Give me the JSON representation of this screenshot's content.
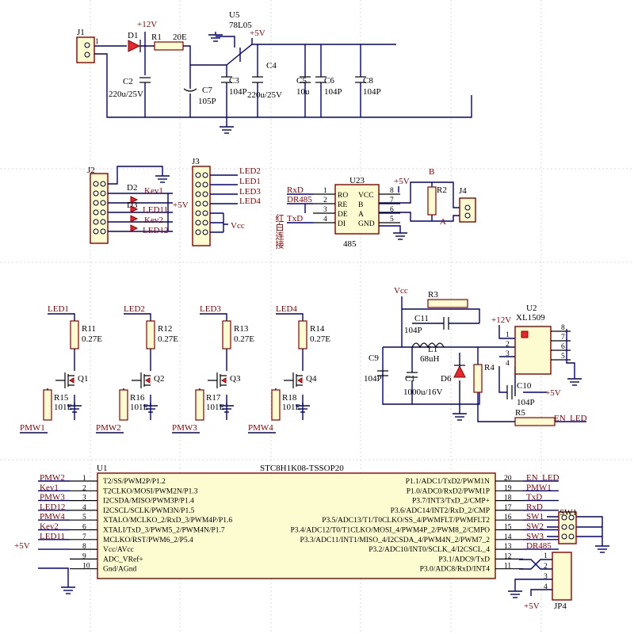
{
  "grid": {
    "visible": true
  },
  "power_section": {
    "j1": "J1",
    "j1_pin": "1",
    "d1": "D1",
    "r1": "R1",
    "r1_val": "20E",
    "plus12v": "+12V",
    "u5": "U5",
    "u5_val": "78L05",
    "plus5v": "+5V",
    "c2": "C2",
    "c2_val": "220u/25V",
    "c7": "C7",
    "c7_val": "105P",
    "c3": "C3",
    "c3_val": "104P",
    "c4": "C4",
    "c4_val": "220u/25V",
    "c5": "C5",
    "c5_val": "10u",
    "c6": "C6",
    "c6_val": "104P",
    "c8": "C8",
    "c8_val": "104P"
  },
  "led_section": {
    "j2": "J2",
    "j3": "J3",
    "d2": "D2",
    "d3": "D3",
    "kev1": "Kev1",
    "led11": "LED11",
    "kev2": "Kev2",
    "led12": "LED12",
    "plus5v": "+5V",
    "vcc": "Vcc",
    "led_nets": [
      "LED2",
      "LED1",
      "LED3",
      "LED4"
    ]
  },
  "rs485_section": {
    "u23": "U23",
    "part": "485",
    "left_nets": [
      "RxD",
      "DR485",
      "",
      "TxD"
    ],
    "pin_names_left": [
      "RO",
      "RE",
      "DE",
      "DI"
    ],
    "pin_names_right": [
      "VCC",
      "B",
      "A",
      "GND"
    ],
    "pins_left": [
      "1",
      "2",
      "3",
      "4"
    ],
    "pins_right": [
      "8",
      "7",
      "6",
      "5"
    ],
    "plus5v": "+5V",
    "r2": "R2",
    "b": "B",
    "a": "A",
    "j4": "J4",
    "vertical_label": "红白连接"
  },
  "driver_section": {
    "channels": [
      {
        "led": "LED1",
        "r": "R11",
        "r_val": "0.27E",
        "q": "Q1",
        "rs": "R15",
        "rs_val": "101E",
        "pwm": "PMW1"
      },
      {
        "led": "LED2",
        "r": "R12",
        "r_val": "0.27E",
        "q": "Q2",
        "rs": "R16",
        "rs_val": "101E",
        "pwm": "PMW2"
      },
      {
        "led": "LED3",
        "r": "R13",
        "r_val": "0.27E",
        "q": "Q3",
        "rs": "R17",
        "rs_val": "101E",
        "pwm": "PMW3"
      },
      {
        "led": "LED4",
        "r": "R14",
        "r_val": "0.27E",
        "q": "Q4",
        "rs": "R18",
        "rs_val": "101E",
        "pwm": "PMW4"
      }
    ]
  },
  "buck_section": {
    "vcc": "Vcc",
    "r3": "R3",
    "c11": "C11",
    "c11_val": "104P",
    "l1": "L1",
    "l1_val": "68uH",
    "c9": "C9",
    "c9_val": "104P",
    "c1": "C1",
    "c1_val": "1000u/16V",
    "d6": "D6",
    "r4": "R4",
    "plus12v": "+12V",
    "u2": "U2",
    "u2_val": "XL1509",
    "c10": "C10",
    "c10_val": "104P",
    "plus5v": "+5V",
    "r5": "R5",
    "en_led": "EN_LED",
    "pins_left": [
      "1",
      "2",
      "3",
      "4"
    ],
    "pins_right": [
      "8",
      "7",
      "6",
      "5"
    ]
  },
  "mcu": {
    "ref": "U1",
    "part": "STC8H1K08-TSSOP20",
    "left_nets": [
      "PMW2",
      "Kev1",
      "PMW3",
      "LED12",
      "PMW4",
      "Kev2",
      "LED11",
      "+5V",
      "",
      ""
    ],
    "left_pins": [
      "1",
      "2",
      "3",
      "4",
      "5",
      "6",
      "7",
      "8",
      "9",
      "10"
    ],
    "left_names": [
      "T2/SS/PWM2P/P1.2",
      "T2CLKO/MOSI/PWM2N/P1.3",
      "I2CSDA/MISO/PWM3P/P1.4",
      "I2CSCL/SCLK/PWM3N/P1.5",
      "XTALO/MCLKO_2/RxD_3/PWM4P/P1.6",
      "XTALI/TxD_3/PWM5_2/PWM4N/P1.7",
      "MCLKO/RST/PWM6_2/P5.4",
      "Vcc/AVcc",
      "ADC_VRef+",
      "Gnd/AGnd"
    ],
    "right_nets": [
      "EN_LED",
      "PMW1",
      "TxD",
      "RxD",
      "SW1",
      "SW2",
      "SW3",
      "DR485",
      "",
      ""
    ],
    "right_pins": [
      "20",
      "19",
      "18",
      "17",
      "16",
      "15",
      "14",
      "13",
      "12",
      "11"
    ],
    "right_names": [
      "P1.1/ADC1/TxD2/PWM1N",
      "P1.0/ADC0/RxD2/PWM1P",
      "P3.7/INT3/TxD_2/CMP+",
      "P3.6/ADC14/INT2/RxD_2/CMP",
      "P3.5/ADC13/T1/T0CLKO/SS_4/PWMFLT/PWMFLT2",
      "P3.4/ADC12/T0/T1CLKO/MOSI_4/PWM4P_2/PWM8_2/CMPO",
      "P3.3/ADC11/INT1/MISO_4/I2CSDA_4/PWM4N_2/PWM7_2",
      "P3.2/ADC10/INT0/SCLK_4/I2CSCL_4",
      "P3.1/ADC9/TxD",
      "P3.0/ADC8/RxD/INT4"
    ],
    "sw": "SW1",
    "jp4": "JP4",
    "jp4_pins": [
      "1",
      "2",
      "3",
      "4"
    ],
    "plus5v": "+5V"
  }
}
